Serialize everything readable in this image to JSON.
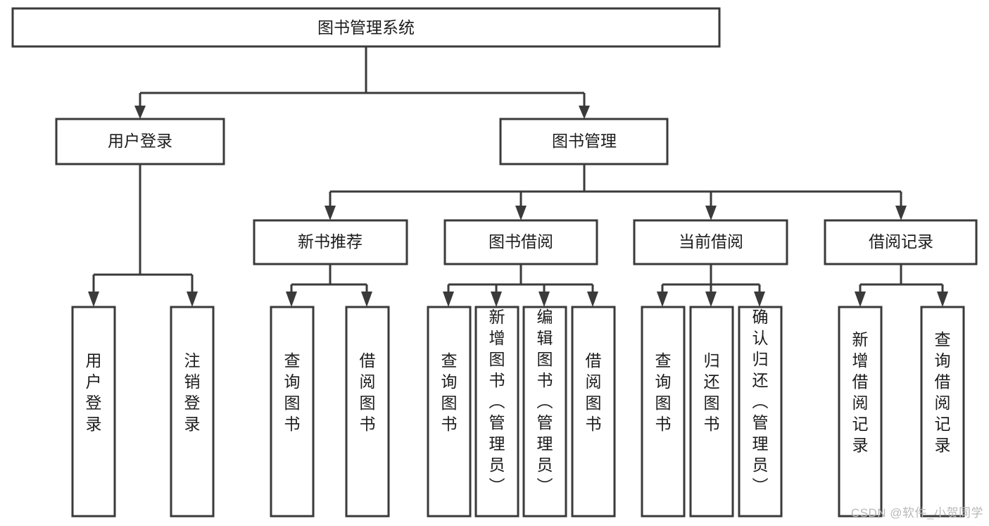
{
  "diagram": {
    "title": "图书管理系统",
    "type": "tree-hierarchy-diagram",
    "colors": {
      "stroke": "#3a3a3a",
      "fill": "#ffffff",
      "text": "#1c1c1c",
      "watermark": "#b9b9b9"
    },
    "root": {
      "label": "图书管理系统"
    },
    "level2": [
      {
        "label": "用户登录"
      },
      {
        "label": "图书管理"
      }
    ],
    "level3": [
      {
        "label": "新书推荐"
      },
      {
        "label": "图书借阅"
      },
      {
        "label": "当前借阅"
      },
      {
        "label": "借阅记录"
      }
    ],
    "leaves": {
      "user_login": [
        {
          "label": "用户登录"
        },
        {
          "label": "注销登录"
        }
      ],
      "new_book_recommend": [
        {
          "label": "查询图书"
        },
        {
          "label": "借阅图书"
        }
      ],
      "book_borrow": [
        {
          "label": "查询图书"
        },
        {
          "label": "新增图书（管理员）"
        },
        {
          "label": "编辑图书（管理员）"
        },
        {
          "label": "借阅图书"
        }
      ],
      "current_borrow": [
        {
          "label": "查询图书"
        },
        {
          "label": "归还图书"
        },
        {
          "label": "确认归还（管理员）"
        }
      ],
      "borrow_record": [
        {
          "label": "新增借阅记录"
        },
        {
          "label": "查询借阅记录"
        }
      ]
    },
    "watermark": "CSDN @软件_小贺同学"
  }
}
